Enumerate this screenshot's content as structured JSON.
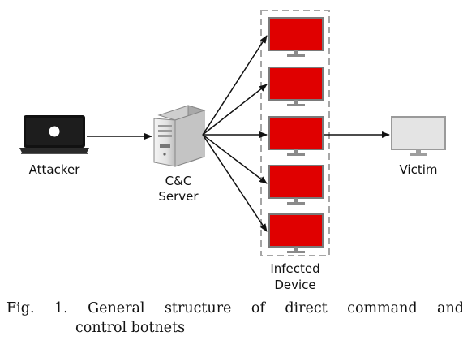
{
  "nodes": {
    "attacker": {
      "label": "Attacker"
    },
    "server": {
      "label_line1": "C&C",
      "label_line2": "Server"
    },
    "infected_group": {
      "label_line1": "Infected",
      "label_line2": "Device",
      "device_count": 5,
      "screen_color": "#e00000"
    },
    "victim": {
      "label": "Victim",
      "screen_color": "#e4e4e4"
    }
  },
  "edges": [
    "attacker -> server",
    "server -> infected device 1",
    "server -> infected device 2",
    "server -> infected device 3",
    "server -> infected device 4",
    "server -> infected device 5",
    "infected device 3 -> victim"
  ],
  "caption": {
    "words_line1": [
      "Fig.",
      "1.",
      "General",
      "structure",
      "of",
      "direct",
      "command",
      "and"
    ],
    "line2": "control botnets"
  }
}
